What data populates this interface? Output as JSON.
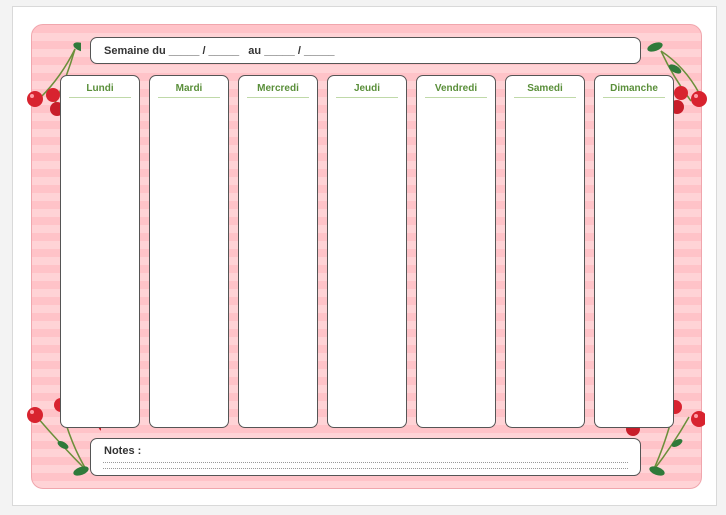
{
  "header": {
    "text": "Semaine du _____ / _____   au _____ / _____"
  },
  "days": [
    "Lundi",
    "Mardi",
    "Mercredi",
    "Jeudi",
    "Vendredi",
    "Samedi",
    "Dimanche"
  ],
  "notes": {
    "label": "Notes :"
  },
  "colors": {
    "stripe_dark": "#ffc3c8",
    "stripe_light": "#ffd3d6",
    "day_title": "#5a8f3a",
    "cherry": "#d8232f",
    "leaf": "#2f7a3a"
  },
  "icons": [
    "cherry-icon",
    "leaf-icon"
  ]
}
